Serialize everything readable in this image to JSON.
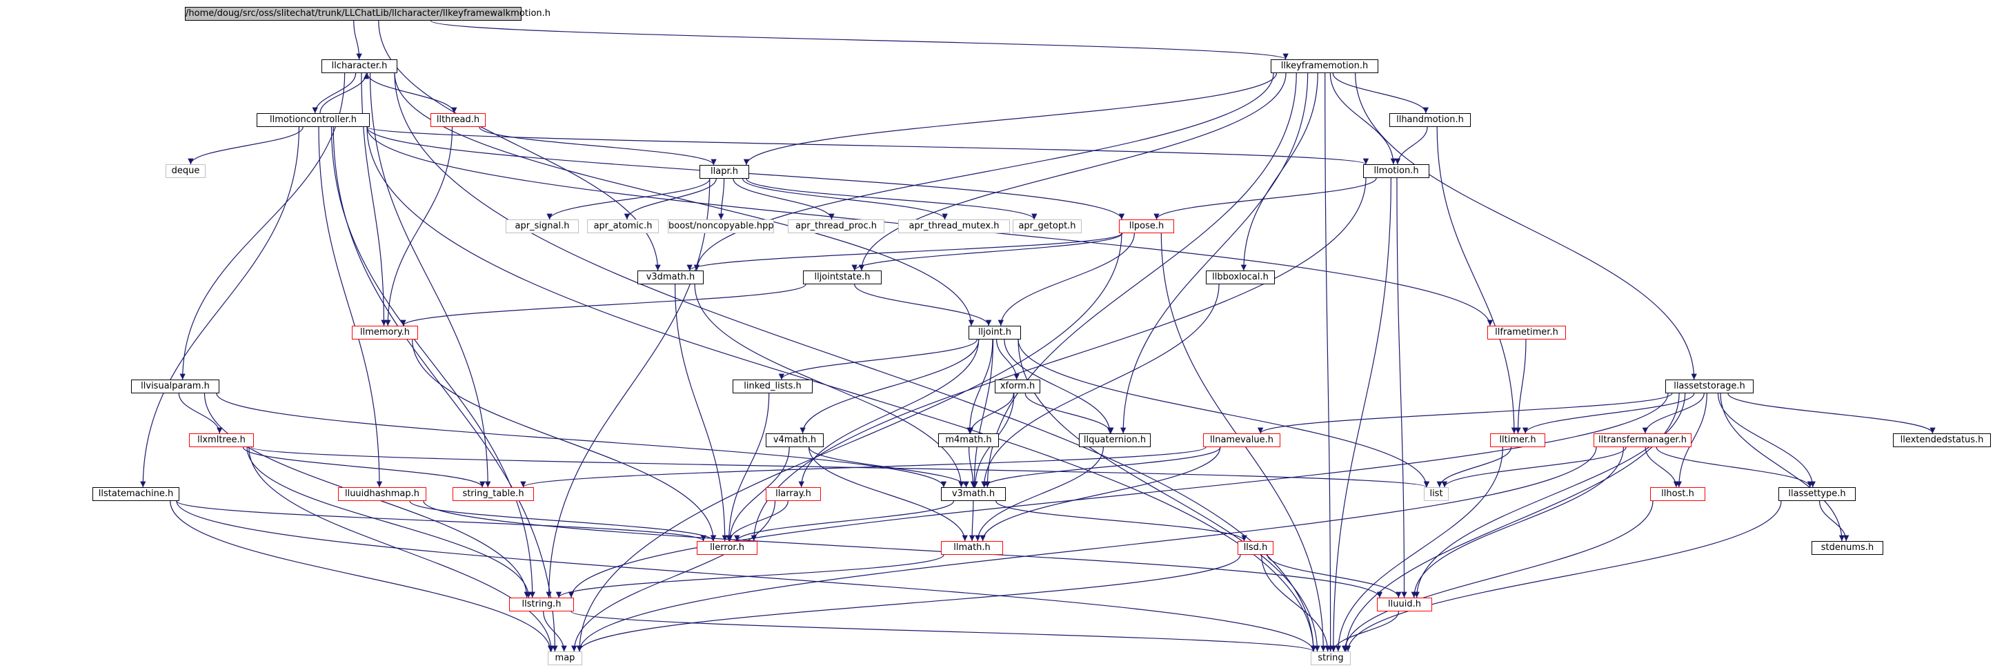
{
  "colors": {
    "edge": "#191970",
    "edge_gray": "#808080",
    "root_fill": "#bfbfbf",
    "linked_border": "#000000",
    "truncated_border": "#ff0000",
    "external_border": "#bfbfbf"
  },
  "nodes": [
    {
      "id": "root",
      "label": "/home/doug/src/oss/slitechat/trunk/LLChatLib/llcharacter/llkeyframewalkmotion.h",
      "kind": "root"
    },
    {
      "id": "llcharacter",
      "label": "llcharacter.h",
      "kind": "linked"
    },
    {
      "id": "llkeyframemotion",
      "label": "llkeyframemotion.h",
      "kind": "linked"
    },
    {
      "id": "llmotioncontroller",
      "label": "llmotioncontroller.h",
      "kind": "linked"
    },
    {
      "id": "llthread",
      "label": "llthread.h",
      "kind": "truncated"
    },
    {
      "id": "llhandmotion",
      "label": "llhandmotion.h",
      "kind": "linked"
    },
    {
      "id": "llapr",
      "label": "llapr.h",
      "kind": "linked"
    },
    {
      "id": "deque",
      "label": "deque",
      "kind": "external"
    },
    {
      "id": "llmotion",
      "label": "llmotion.h",
      "kind": "linked"
    },
    {
      "id": "apr_signal",
      "label": "apr_signal.h",
      "kind": "external"
    },
    {
      "id": "apr_atomic",
      "label": "apr_atomic.h",
      "kind": "external"
    },
    {
      "id": "noncopyable",
      "label": "boost/noncopyable.hpp",
      "kind": "external"
    },
    {
      "id": "apr_thread_proc",
      "label": "apr_thread_proc.h",
      "kind": "external"
    },
    {
      "id": "apr_thread_mutex",
      "label": "apr_thread_mutex.h",
      "kind": "external"
    },
    {
      "id": "apr_getopt",
      "label": "apr_getopt.h",
      "kind": "external"
    },
    {
      "id": "llpose",
      "label": "llpose.h",
      "kind": "truncated"
    },
    {
      "id": "v3dmath",
      "label": "v3dmath.h",
      "kind": "linked"
    },
    {
      "id": "lljointstate",
      "label": "lljointstate.h",
      "kind": "linked"
    },
    {
      "id": "llbboxlocal",
      "label": "llbboxlocal.h",
      "kind": "linked"
    },
    {
      "id": "llmemory",
      "label": "llmemory.h",
      "kind": "truncated"
    },
    {
      "id": "lljoint",
      "label": "lljoint.h",
      "kind": "linked"
    },
    {
      "id": "llframetimer",
      "label": "llframetimer.h",
      "kind": "truncated"
    },
    {
      "id": "llvisualparam",
      "label": "llvisualparam.h",
      "kind": "linked"
    },
    {
      "id": "linked_lists",
      "label": "linked_lists.h",
      "kind": "linked"
    },
    {
      "id": "xform",
      "label": "xform.h",
      "kind": "linked"
    },
    {
      "id": "llassetstorage",
      "label": "llassetstorage.h",
      "kind": "linked"
    },
    {
      "id": "llxmltree",
      "label": "llxmltree.h",
      "kind": "truncated"
    },
    {
      "id": "v4math",
      "label": "v4math.h",
      "kind": "linked"
    },
    {
      "id": "m4math",
      "label": "m4math.h",
      "kind": "linked"
    },
    {
      "id": "llquaternion",
      "label": "llquaternion.h",
      "kind": "linked"
    },
    {
      "id": "llnamevalue",
      "label": "llnamevalue.h",
      "kind": "truncated"
    },
    {
      "id": "lltimer",
      "label": "lltimer.h",
      "kind": "truncated"
    },
    {
      "id": "lltransfermanager",
      "label": "lltransfermanager.h",
      "kind": "truncated"
    },
    {
      "id": "llextendedstatus",
      "label": "llextendedstatus.h",
      "kind": "linked"
    },
    {
      "id": "llstatemachine",
      "label": "llstatemachine.h",
      "kind": "linked"
    },
    {
      "id": "lluuidhashmap",
      "label": "lluuidhashmap.h",
      "kind": "truncated"
    },
    {
      "id": "string_table",
      "label": "string_table.h",
      "kind": "truncated"
    },
    {
      "id": "llarray",
      "label": "llarray.h",
      "kind": "truncated"
    },
    {
      "id": "v3math",
      "label": "v3math.h",
      "kind": "linked"
    },
    {
      "id": "list",
      "label": "list",
      "kind": "external"
    },
    {
      "id": "llhost",
      "label": "llhost.h",
      "kind": "truncated"
    },
    {
      "id": "llassettype",
      "label": "llassettype.h",
      "kind": "linked"
    },
    {
      "id": "llerror",
      "label": "llerror.h",
      "kind": "truncated"
    },
    {
      "id": "llmath",
      "label": "llmath.h",
      "kind": "truncated"
    },
    {
      "id": "llsd",
      "label": "llsd.h",
      "kind": "truncated"
    },
    {
      "id": "stdenums",
      "label": "stdenums.h",
      "kind": "linked"
    },
    {
      "id": "llstring",
      "label": "llstring.h",
      "kind": "truncated"
    },
    {
      "id": "lluuid",
      "label": "lluuid.h",
      "kind": "truncated"
    },
    {
      "id": "map",
      "label": "map",
      "kind": "external"
    },
    {
      "id": "string",
      "label": "string",
      "kind": "external"
    }
  ],
  "edges": [
    [
      "root",
      "llcharacter"
    ],
    [
      "root",
      "llkeyframemotion"
    ],
    [
      "root",
      "v3dmath"
    ],
    [
      "llcharacter",
      "llmotioncontroller"
    ],
    [
      "llcharacter",
      "llthread"
    ],
    [
      "llcharacter",
      "llvisualparam"
    ],
    [
      "llcharacter",
      "llmemory"
    ],
    [
      "llcharacter",
      "string_table"
    ],
    [
      "llcharacter",
      "lljoint"
    ],
    [
      "llcharacter",
      "string"
    ],
    [
      "llmotioncontroller",
      "llcharacter"
    ],
    [
      "llmotioncontroller",
      "deque"
    ],
    [
      "llmotioncontroller",
      "llmotion"
    ],
    [
      "llmotioncontroller",
      "llpose"
    ],
    [
      "llmotioncontroller",
      "llframetimer"
    ],
    [
      "llmotioncontroller",
      "llstatemachine"
    ],
    [
      "llmotioncontroller",
      "lluuidhashmap"
    ],
    [
      "llmotioncontroller",
      "llstring"
    ],
    [
      "llmotioncontroller",
      "map"
    ],
    [
      "llmotioncontroller",
      "string"
    ],
    [
      "llthread",
      "llapr"
    ],
    [
      "llthread",
      "llmemory"
    ],
    [
      "llkeyframemotion",
      "llapr"
    ],
    [
      "llkeyframemotion",
      "llhandmotion"
    ],
    [
      "llkeyframemotion",
      "llmotion"
    ],
    [
      "llkeyframemotion",
      "llbboxlocal"
    ],
    [
      "llkeyframemotion",
      "lljointstate"
    ],
    [
      "llkeyframemotion",
      "v3dmath"
    ],
    [
      "llkeyframemotion",
      "llquaternion"
    ],
    [
      "llkeyframemotion",
      "v3math"
    ],
    [
      "llkeyframemotion",
      "llassetstorage"
    ],
    [
      "llkeyframemotion",
      "string"
    ],
    [
      "llhandmotion",
      "llmotion"
    ],
    [
      "llhandmotion",
      "lltimer"
    ],
    [
      "llapr",
      "apr_signal"
    ],
    [
      "llapr",
      "apr_atomic"
    ],
    [
      "llapr",
      "noncopyable"
    ],
    [
      "llapr",
      "apr_thread_proc"
    ],
    [
      "llapr",
      "apr_thread_mutex"
    ],
    [
      "llapr",
      "apr_getopt"
    ],
    [
      "llapr",
      "llstring"
    ],
    [
      "llmotion",
      "llpose"
    ],
    [
      "llmotion",
      "llerror"
    ],
    [
      "llmotion",
      "lluuid"
    ],
    [
      "llmotion",
      "string"
    ],
    [
      "llpose",
      "v3dmath"
    ],
    [
      "llpose",
      "lljointstate"
    ],
    [
      "llpose",
      "lljoint"
    ],
    [
      "llpose",
      "map"
    ],
    [
      "llpose",
      "string"
    ],
    [
      "v3dmath",
      "llerror"
    ],
    [
      "v3dmath",
      "v3math"
    ],
    [
      "lljointstate",
      "lljoint"
    ],
    [
      "lljointstate",
      "llmemory"
    ],
    [
      "llbboxlocal",
      "v3math"
    ],
    [
      "llmemory",
      "llerror"
    ],
    [
      "lljoint",
      "linked_lists"
    ],
    [
      "lljoint",
      "xform"
    ],
    [
      "lljoint",
      "v4math"
    ],
    [
      "lljoint",
      "m4math"
    ],
    [
      "lljoint",
      "llquaternion"
    ],
    [
      "lljoint",
      "v3math"
    ],
    [
      "lljoint",
      "llarray"
    ],
    [
      "lljoint",
      "list"
    ],
    [
      "lljoint",
      "string"
    ],
    [
      "llframetimer",
      "lltimer"
    ],
    [
      "llvisualparam",
      "llxmltree"
    ],
    [
      "llvisualparam",
      "v3math"
    ],
    [
      "llvisualparam",
      "llstring"
    ],
    [
      "linked_lists",
      "llerror"
    ],
    [
      "xform",
      "m4math"
    ],
    [
      "xform",
      "llquaternion"
    ],
    [
      "xform",
      "v3math"
    ],
    [
      "m4math",
      "v3math"
    ],
    [
      "v4math",
      "v3math"
    ],
    [
      "v4math",
      "llerror"
    ],
    [
      "v4math",
      "llmath"
    ],
    [
      "llquaternion",
      "llmath"
    ],
    [
      "llassetstorage",
      "llnamevalue"
    ],
    [
      "llassetstorage",
      "lltimer"
    ],
    [
      "llassetstorage",
      "lltransfermanager"
    ],
    [
      "llassetstorage",
      "llhost"
    ],
    [
      "llassetstorage",
      "llassettype"
    ],
    [
      "llassetstorage",
      "stdenums"
    ],
    [
      "llassetstorage",
      "llextendedstatus"
    ],
    [
      "llassetstorage",
      "lluuid"
    ],
    [
      "llassetstorage",
      "llstring"
    ],
    [
      "llassetstorage",
      "string"
    ],
    [
      "llxmltree",
      "string_table"
    ],
    [
      "llxmltree",
      "list"
    ],
    [
      "llxmltree",
      "llstring"
    ],
    [
      "llxmltree",
      "map"
    ],
    [
      "llnamevalue",
      "string_table"
    ],
    [
      "llnamevalue",
      "v3math"
    ],
    [
      "llnamevalue",
      "llmath"
    ],
    [
      "lltimer",
      "list"
    ],
    [
      "lltimer",
      "string"
    ],
    [
      "lltransfermanager",
      "llhost"
    ],
    [
      "lltransfermanager",
      "llassettype"
    ],
    [
      "lltransfermanager",
      "list"
    ],
    [
      "lltransfermanager",
      "lluuid"
    ],
    [
      "lltransfermanager",
      "map"
    ],
    [
      "llstatemachine",
      "llerror"
    ],
    [
      "llstatemachine",
      "map"
    ],
    [
      "llstatemachine",
      "string"
    ],
    [
      "lluuidhashmap",
      "llerror"
    ],
    [
      "lluuidhashmap",
      "lluuid"
    ],
    [
      "llarray",
      "llerror"
    ],
    [
      "llarray",
      "map"
    ],
    [
      "v3math",
      "llerror"
    ],
    [
      "v3math",
      "llmath"
    ],
    [
      "v3math",
      "llsd"
    ],
    [
      "llhost",
      "string"
    ],
    [
      "llassettype",
      "stdenums"
    ],
    [
      "llassettype",
      "string"
    ],
    [
      "llmath",
      "llstring"
    ],
    [
      "llsd",
      "lluuid"
    ],
    [
      "llsd",
      "map"
    ],
    [
      "llsd",
      "string"
    ],
    [
      "llstring",
      "map"
    ],
    [
      "llstring",
      "string"
    ],
    [
      "lluuid",
      "string"
    ]
  ]
}
